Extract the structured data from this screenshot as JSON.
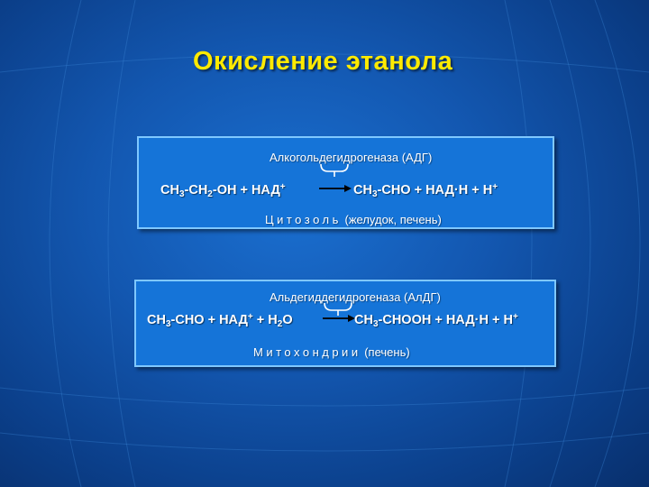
{
  "slide": {
    "title": "Окисление этанола"
  },
  "reaction1": {
    "enzyme": "Алкогольдегидрогеназа (АДГ)",
    "left": {
      "p1": "СН",
      "s1": "3",
      "p2": "-СН",
      "s2": "2",
      "p3": "-ОН + НАД",
      "sup": "+"
    },
    "right": {
      "p1": "СН",
      "s1": "3",
      "p2": "-СНО + НАД·Н + Н",
      "sup": "+"
    },
    "location_spaced": "Цитозоль",
    "location_rest": "(желудок, печень)"
  },
  "reaction2": {
    "enzyme": "Альдегиддегидрогеназа (АлДГ)",
    "left": {
      "p1": "СН",
      "s1": "3",
      "p2": "-СНО + НАД",
      "sup": "+",
      "p3": " + Н",
      "s2": "2",
      "p4": "О"
    },
    "right": {
      "p1": "СН",
      "s1": "3",
      "p2": "-СНООН + НАД·Н + Н",
      "sup": "+"
    },
    "location_spaced": "Митохондрии",
    "location_rest": "(печень)"
  },
  "colors": {
    "title": "#ffea00",
    "box_fill": "#1574d8",
    "box_border": "#7fc8ff",
    "text": "#ffffff"
  }
}
